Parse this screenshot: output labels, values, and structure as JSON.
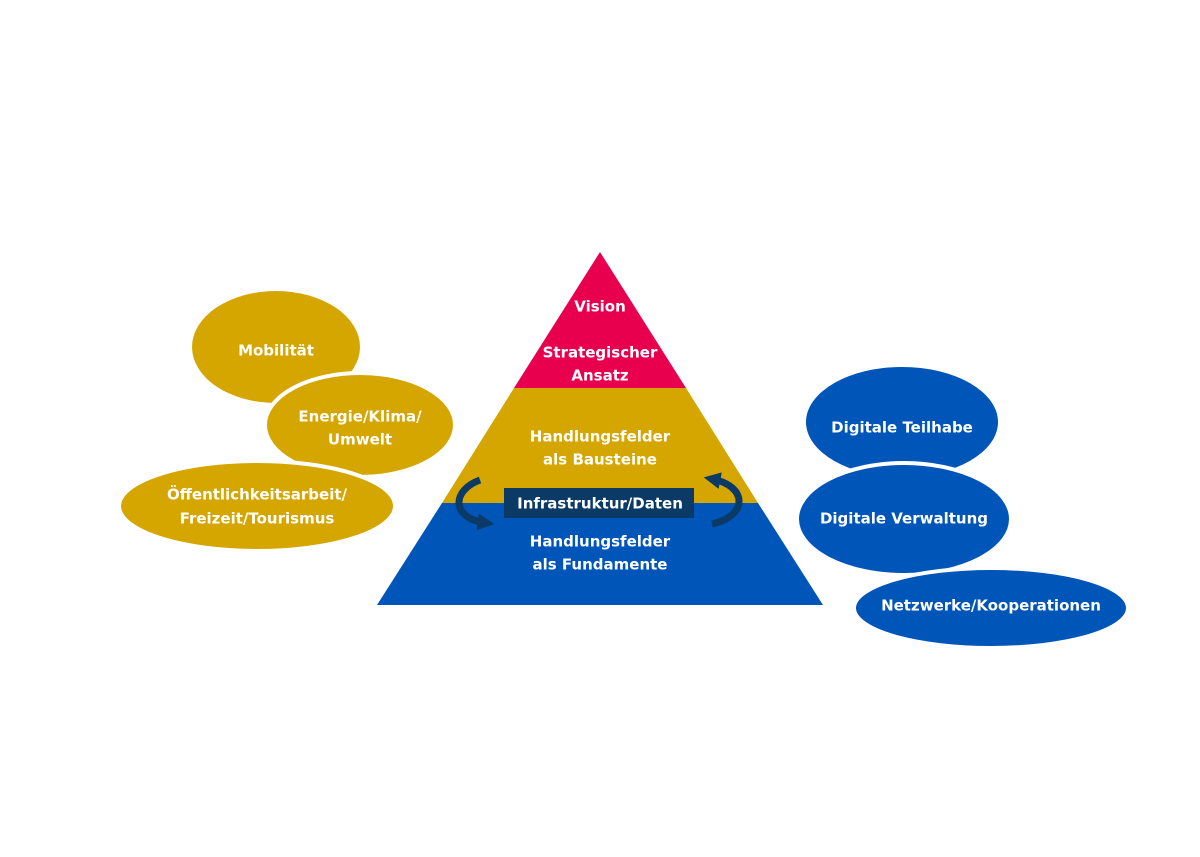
{
  "colors": {
    "pink": "#e8004f",
    "gold": "#d5a600",
    "blue": "#0055b8",
    "navy": "#0b3a66",
    "text": "#ffffff"
  },
  "pyramid": {
    "top": {
      "line1": "Vision",
      "line2": "Strategischer",
      "line3": "Ansatz"
    },
    "middle": {
      "line1": "Handlungsfelder",
      "line2": "als Bausteine"
    },
    "center_box": "Infrastruktur/Daten",
    "bottom": {
      "line1": "Handlungsfelder",
      "line2": "als Fundamente"
    }
  },
  "left_ellipses": {
    "mobilitaet": "Mobilität",
    "energie_line1": "Energie/Klima/",
    "energie_line2": "Umwelt",
    "oeffentlichkeit_line1": "Öffentlichkeitsarbeit/",
    "oeffentlichkeit_line2": "Freizeit/Tourismus"
  },
  "right_ellipses": {
    "teilhabe": "Digitale Teilhabe",
    "verwaltung": "Digitale Verwaltung",
    "netzwerke": "Netzwerke/Kooperationen"
  }
}
